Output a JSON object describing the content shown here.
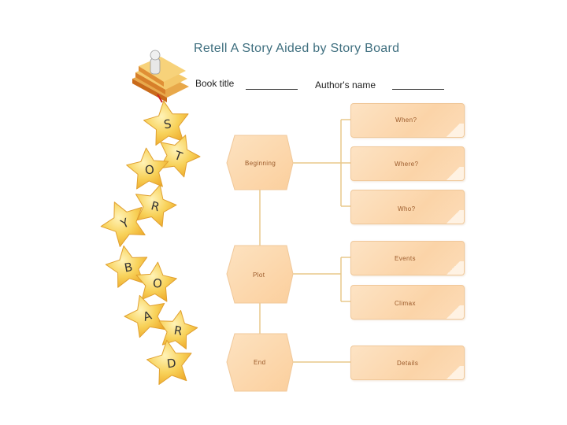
{
  "title": "Retell A Story Aided by Story Board",
  "book_title_label": "Book title",
  "author_label": "Author's name",
  "star_letters": [
    "S",
    "T",
    "O",
    "R",
    "Y",
    "B",
    "O",
    "A",
    "R",
    "D"
  ],
  "stages": [
    "Beginning",
    "Plot",
    "End"
  ],
  "details": [
    "When?",
    "Where?",
    "Who?",
    "Events",
    "Climax",
    "Details"
  ],
  "colors": {
    "star": "#f6c445",
    "box_fill": "#fbd6ab",
    "box_border": "#f0c89a",
    "connector": "#e8c98a",
    "title": "#3f6f7f"
  }
}
